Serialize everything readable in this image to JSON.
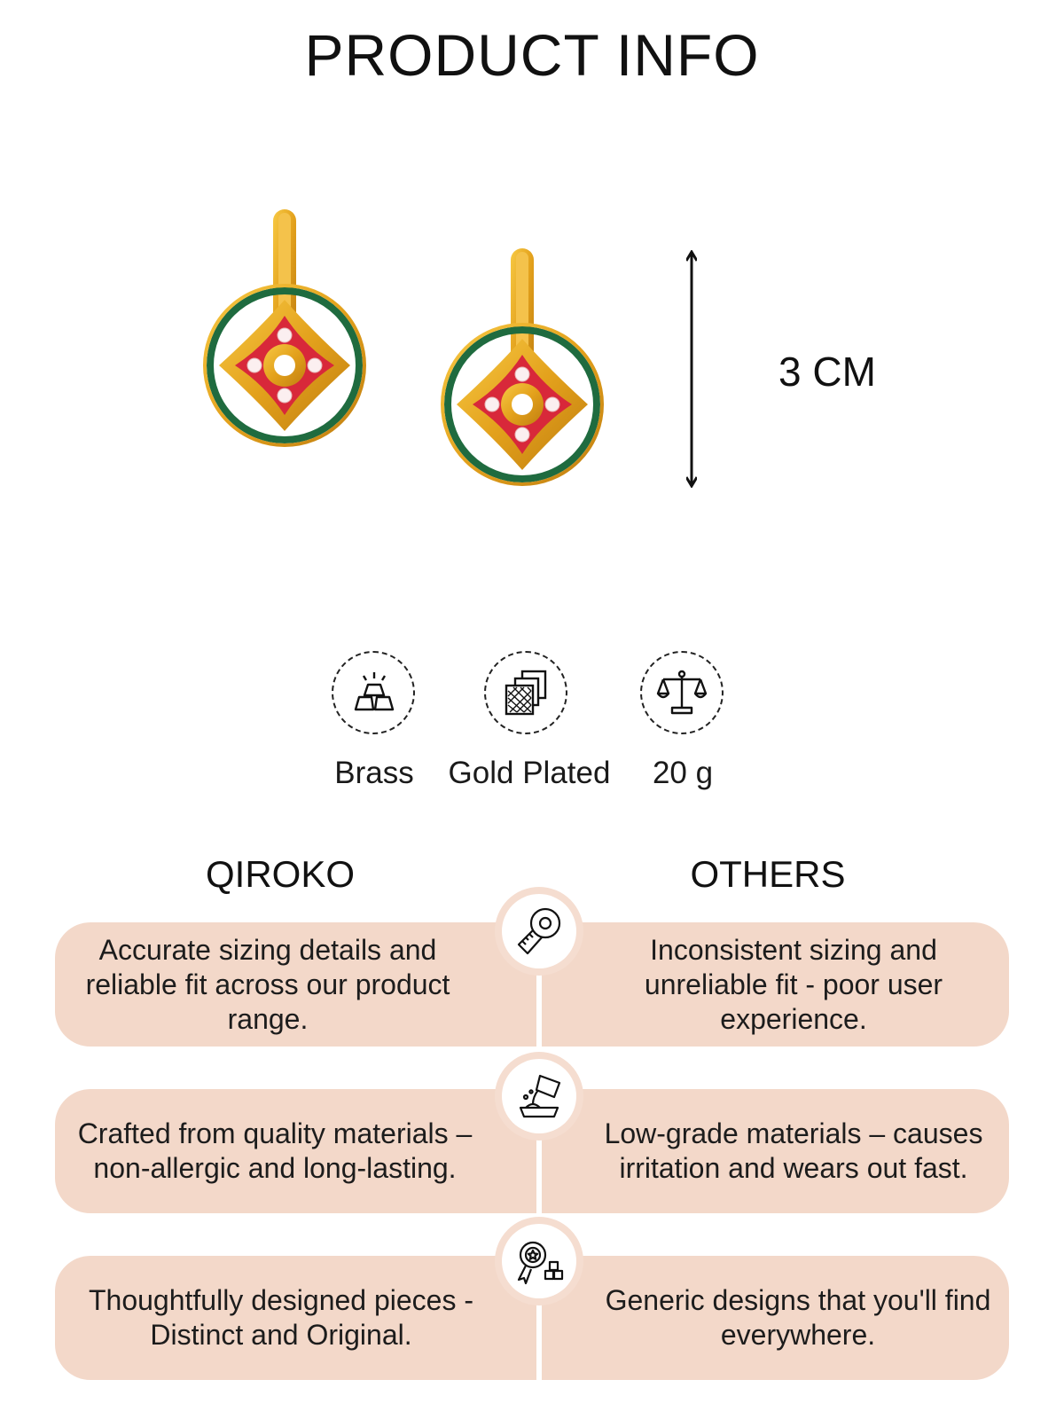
{
  "header": {
    "title": "PRODUCT INFO"
  },
  "product": {
    "size_label": "3 CM"
  },
  "specs": [
    {
      "label": "Brass",
      "icon": "gold-bars-icon"
    },
    {
      "label": "Gold Plated",
      "icon": "plated-layers-icon"
    },
    {
      "label": "20 g",
      "icon": "weighing-scale-icon"
    }
  ],
  "comparison": {
    "left_heading": "QIROKO",
    "right_heading": "OTHERS",
    "rows": [
      {
        "icon": "measuring-tape-icon",
        "left": "Accurate sizing details and reliable fit across our product range.",
        "right": "Inconsistent sizing and unreliable fit - poor user experience."
      },
      {
        "icon": "molten-metal-pour-icon",
        "left": "Crafted from quality materials – non-allergic and long-lasting.",
        "right": "Low-grade materials – causes irritation and wears out fast."
      },
      {
        "icon": "design-quality-icon",
        "left": "Thoughtfully designed pieces - Distinct and Original.",
        "right": "Generic designs that you'll find everywhere."
      }
    ]
  },
  "colors": {
    "card": "#f3d8c9",
    "gold": "#e0a21c",
    "enamel_red": "#d8283a",
    "enamel_green": "#1f6b3f"
  }
}
